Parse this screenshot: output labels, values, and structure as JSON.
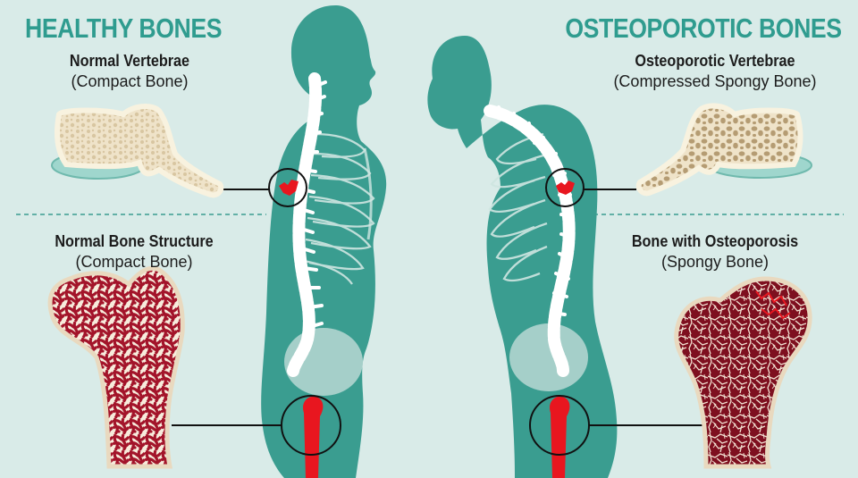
{
  "healthy": {
    "heading": "HEALTHY BONES",
    "vertebrae_title": "Normal Vertebrae",
    "vertebrae_sub": "(Compact Bone)",
    "structure_title": "Normal Bone Structure",
    "structure_sub": "(Compact Bone)"
  },
  "osteoporotic": {
    "heading": "OSTEOPOROTIC BONES",
    "vertebrae_title": "Osteoporotic Vertebrae",
    "vertebrae_sub": "(Compressed Spongy Bone)",
    "structure_title": "Bone with Osteoporosis",
    "structure_sub": "(Spongy Bone)"
  },
  "colors": {
    "background": "#d9ebe8",
    "accent": "#2f9c8f",
    "body": "#3a9d90",
    "bone": "#ffffff",
    "marrow": "#e8161f",
    "bone_tissue": "#a3142a"
  }
}
